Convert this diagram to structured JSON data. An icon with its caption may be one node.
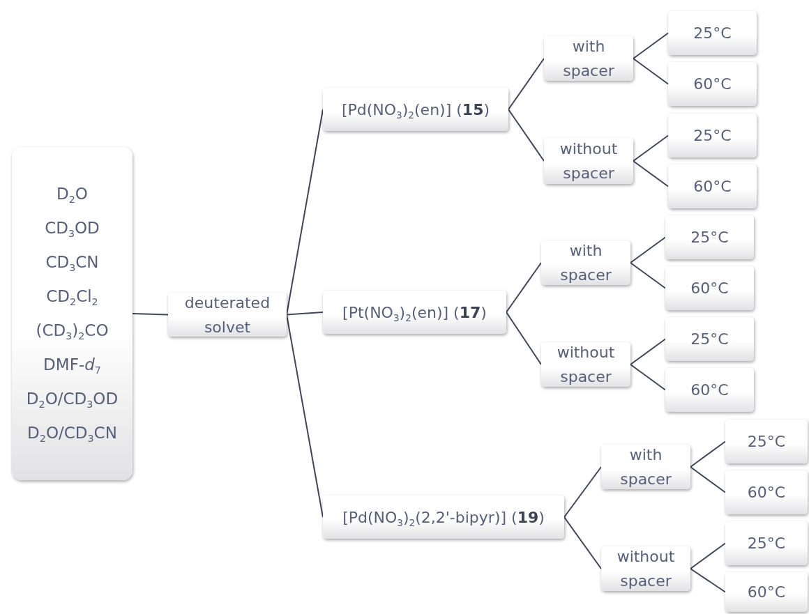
{
  "diagram": {
    "nodes": [
      {
        "text": [
          "D$_{2}$O",
          "CD$_{3}$OD",
          "CD$_{3}$CN",
          "CD$_{2}$Cl$_{2}$",
          "(CD$_{3}$)$_{2}$CO",
          "DMF-*d*$_{7}$",
          "D$_{2}$O/CD$_{3}$OD",
          "D$_{2}$O/CD$_{3}$CN"
        ]
      },
      {
        "text": [
          "deuterated solvet"
        ]
      },
      {
        "text": [
          "[Pd(NO$_{3}$)$_{2}$(en)] (**15**)"
        ]
      },
      {
        "text": [
          "with spacer"
        ]
      },
      {
        "text": [
          "25°C"
        ]
      },
      {
        "text": [
          "60°C"
        ]
      },
      {
        "text": [
          "without spacer"
        ]
      },
      {
        "text": [
          "25°C"
        ]
      },
      {
        "text": [
          "60°C"
        ]
      },
      {
        "text": [
          "[Pt(NO$_{3}$)$_{2}$(en)] (**17**)"
        ]
      },
      {
        "text": [
          "with spacer"
        ]
      },
      {
        "text": [
          "25°C"
        ]
      },
      {
        "text": [
          "60°C"
        ]
      },
      {
        "text": [
          "without spacer"
        ]
      },
      {
        "text": [
          "25°C"
        ]
      },
      {
        "text": [
          "60°C"
        ]
      },
      {
        "text": [
          "[Pd(NO$_{3}$)$_{2}$(2,2'-bipyr)] (**19**)"
        ]
      },
      {
        "text": [
          "with spacer"
        ]
      },
      {
        "text": [
          "25°C"
        ]
      },
      {
        "text": [
          "60°C"
        ]
      },
      {
        "text": [
          "without spacer"
        ]
      },
      {
        "text": [
          "25°C"
        ]
      },
      {
        "text": [
          "60°C"
        ]
      }
    ],
    "edges": [
      {
        "from": 0,
        "to": 1,
        "arrow": "none"
      },
      {
        "from": 1,
        "to": 2,
        "arrow": "none"
      },
      {
        "from": 1,
        "to": 9,
        "arrow": "none"
      },
      {
        "from": 1,
        "to": 16,
        "arrow": "none"
      },
      {
        "from": 2,
        "to": 3,
        "arrow": "none"
      },
      {
        "from": 2,
        "to": 6,
        "arrow": "none"
      },
      {
        "from": 3,
        "to": 4,
        "arrow": "none"
      },
      {
        "from": 3,
        "to": 5,
        "arrow": "none"
      },
      {
        "from": 6,
        "to": 7,
        "arrow": "none"
      },
      {
        "from": 6,
        "to": 8,
        "arrow": "none"
      },
      {
        "from": 9,
        "to": 10,
        "arrow": "none"
      },
      {
        "from": 9,
        "to": 13,
        "arrow": "none"
      },
      {
        "from": 10,
        "to": 11,
        "arrow": "none"
      },
      {
        "from": 10,
        "to": 12,
        "arrow": "none"
      },
      {
        "from": 13,
        "to": 14,
        "arrow": "none"
      },
      {
        "from": 13,
        "to": 15,
        "arrow": "none"
      },
      {
        "from": 16,
        "to": 17,
        "arrow": "none"
      },
      {
        "from": 16,
        "to": 20,
        "arrow": "none"
      },
      {
        "from": 17,
        "to": 18,
        "arrow": "none"
      },
      {
        "from": 17,
        "to": 19,
        "arrow": "none"
      },
      {
        "from": 20,
        "to": 21,
        "arrow": "none"
      },
      {
        "from": 20,
        "to": 22,
        "arrow": "none"
      }
    ]
  }
}
